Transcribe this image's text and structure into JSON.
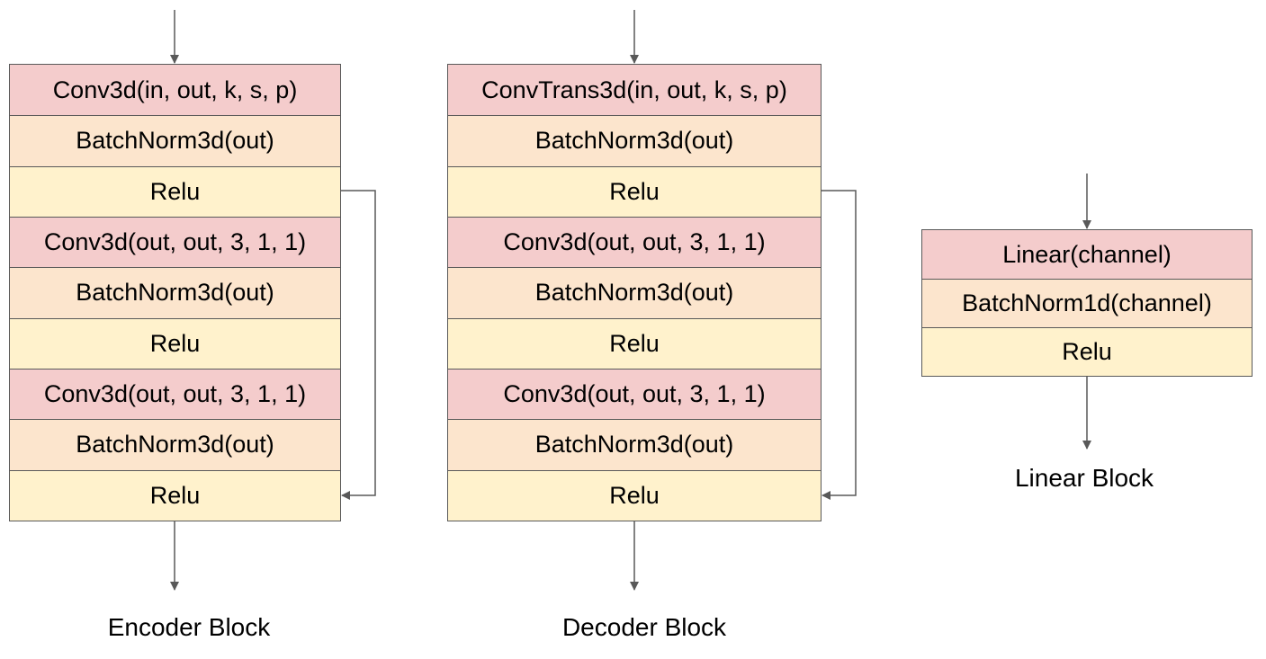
{
  "encoder": {
    "caption": "Encoder Block",
    "layers": [
      {
        "label": "Conv3d(in, out, k, s, p)",
        "kind": "conv"
      },
      {
        "label": "BatchNorm3d(out)",
        "kind": "norm"
      },
      {
        "label": "Relu",
        "kind": "act"
      },
      {
        "label": "Conv3d(out, out, 3, 1, 1)",
        "kind": "conv"
      },
      {
        "label": "BatchNorm3d(out)",
        "kind": "norm"
      },
      {
        "label": "Relu",
        "kind": "act"
      },
      {
        "label": "Conv3d(out, out, 3, 1, 1)",
        "kind": "conv"
      },
      {
        "label": "BatchNorm3d(out)",
        "kind": "norm"
      },
      {
        "label": "Relu",
        "kind": "act"
      }
    ]
  },
  "decoder": {
    "caption": "Decoder Block",
    "layers": [
      {
        "label": "ConvTrans3d(in, out, k, s, p)",
        "kind": "conv"
      },
      {
        "label": "BatchNorm3d(out)",
        "kind": "norm"
      },
      {
        "label": "Relu",
        "kind": "act"
      },
      {
        "label": "Conv3d(out, out, 3, 1, 1)",
        "kind": "conv"
      },
      {
        "label": "BatchNorm3d(out)",
        "kind": "norm"
      },
      {
        "label": "Relu",
        "kind": "act"
      },
      {
        "label": "Conv3d(out, out, 3, 1, 1)",
        "kind": "conv"
      },
      {
        "label": "BatchNorm3d(out)",
        "kind": "norm"
      },
      {
        "label": "Relu",
        "kind": "act"
      }
    ]
  },
  "linear": {
    "caption": "Linear Block",
    "layers": [
      {
        "label": "Linear(channel)",
        "kind": "conv"
      },
      {
        "label": "BatchNorm1d(channel)",
        "kind": "norm"
      },
      {
        "label": "Relu",
        "kind": "act"
      }
    ]
  },
  "colors": {
    "conv": "#f4cccc",
    "norm": "#fce5cd",
    "act": "#fff2cc",
    "border": "#595959",
    "arrow": "#595959"
  }
}
